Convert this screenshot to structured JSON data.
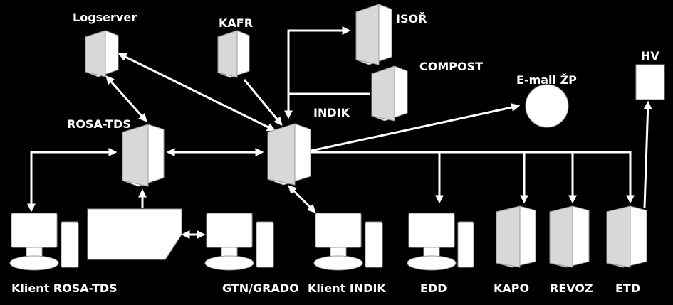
{
  "labels": {
    "logserver": "Logserver",
    "kafr": "KAFR",
    "isor": "ISOŘ",
    "compost": "COMPOST",
    "email": "E-mail ŽP",
    "hv": "HV",
    "rosa_tds": "ROSA-TDS",
    "indik": "INDIK",
    "klient_rosa": "Klient ROSA-TDS",
    "gtn_grado": "GTN/GRADO",
    "klient_indik": "Klient INDIK",
    "edd": "EDD",
    "kapo": "KAPO",
    "revoz": "REVOZ",
    "etd": "ETD"
  },
  "colors": {
    "background": "#000000",
    "foreground": "#ffffff"
  }
}
